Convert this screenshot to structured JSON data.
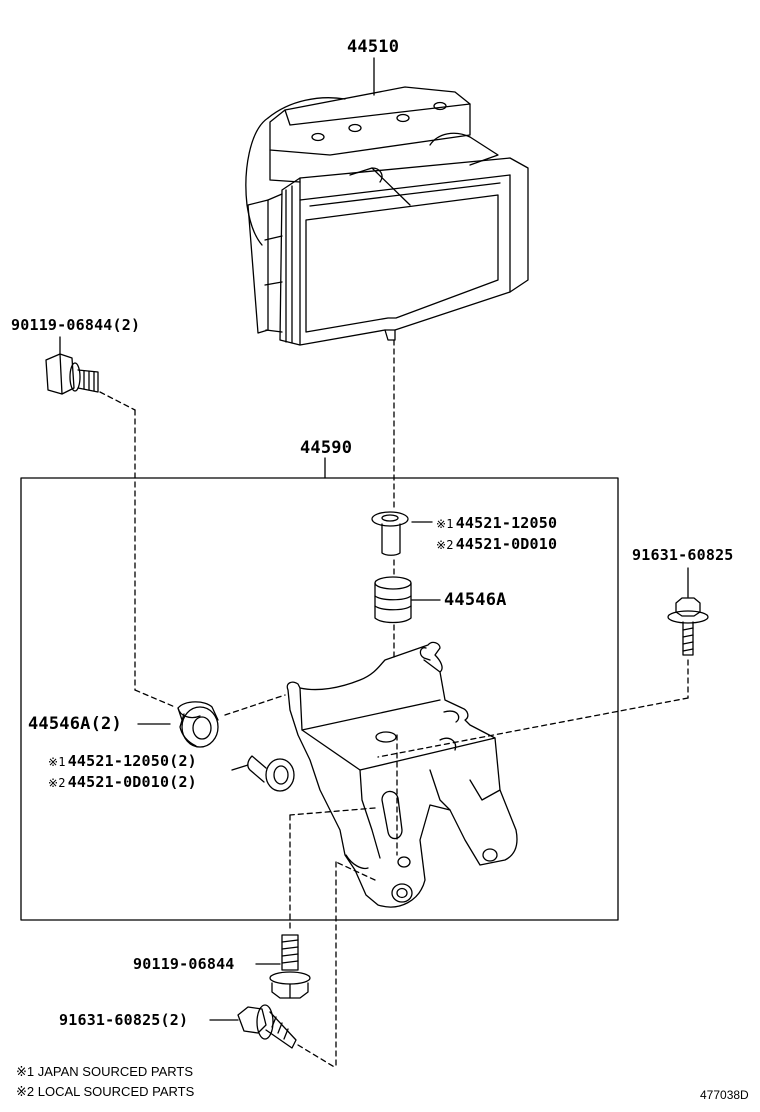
{
  "labels": {
    "p44510": "44510",
    "p44590": "44590",
    "p90119_top": "90119-06844(2)",
    "p44521_a_1": "44521-12050",
    "p44521_a_2": "44521-0D010",
    "p44546a_top": "44546A",
    "p91631_right": "91631-60825",
    "p44546a_left": "44546A(2)",
    "p44521_b_1": "44521-12050(2)",
    "p44521_b_2": "44521-0D010(2)",
    "p90119_bottom": "90119-06844",
    "p91631_bottom": "91631-60825(2)"
  },
  "marks": {
    "m1": "※1",
    "m2": "※2"
  },
  "legend": {
    "line1": "※1 JAPAN SOURCED PARTS",
    "line2": "※2 LOCAL SOURCED PARTS"
  },
  "diagram_id": "477038D"
}
